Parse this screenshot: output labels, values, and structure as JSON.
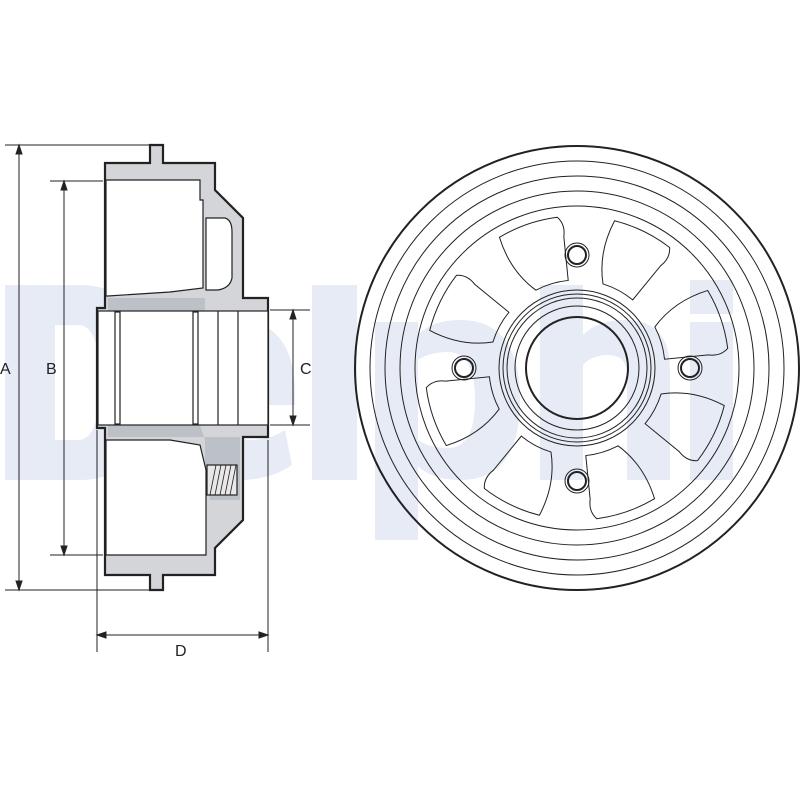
{
  "watermark": {
    "text": "Delphi",
    "color": "#e6ebf5"
  },
  "colors": {
    "line": "#222222",
    "section_fill": "#d3d5d8",
    "section_dark": "#bcc1c8"
  },
  "dimensions": {
    "A": "A",
    "B": "B",
    "C": "C",
    "D": "D"
  },
  "front_view": {
    "bolt_holes": 4,
    "spokes": 8
  }
}
